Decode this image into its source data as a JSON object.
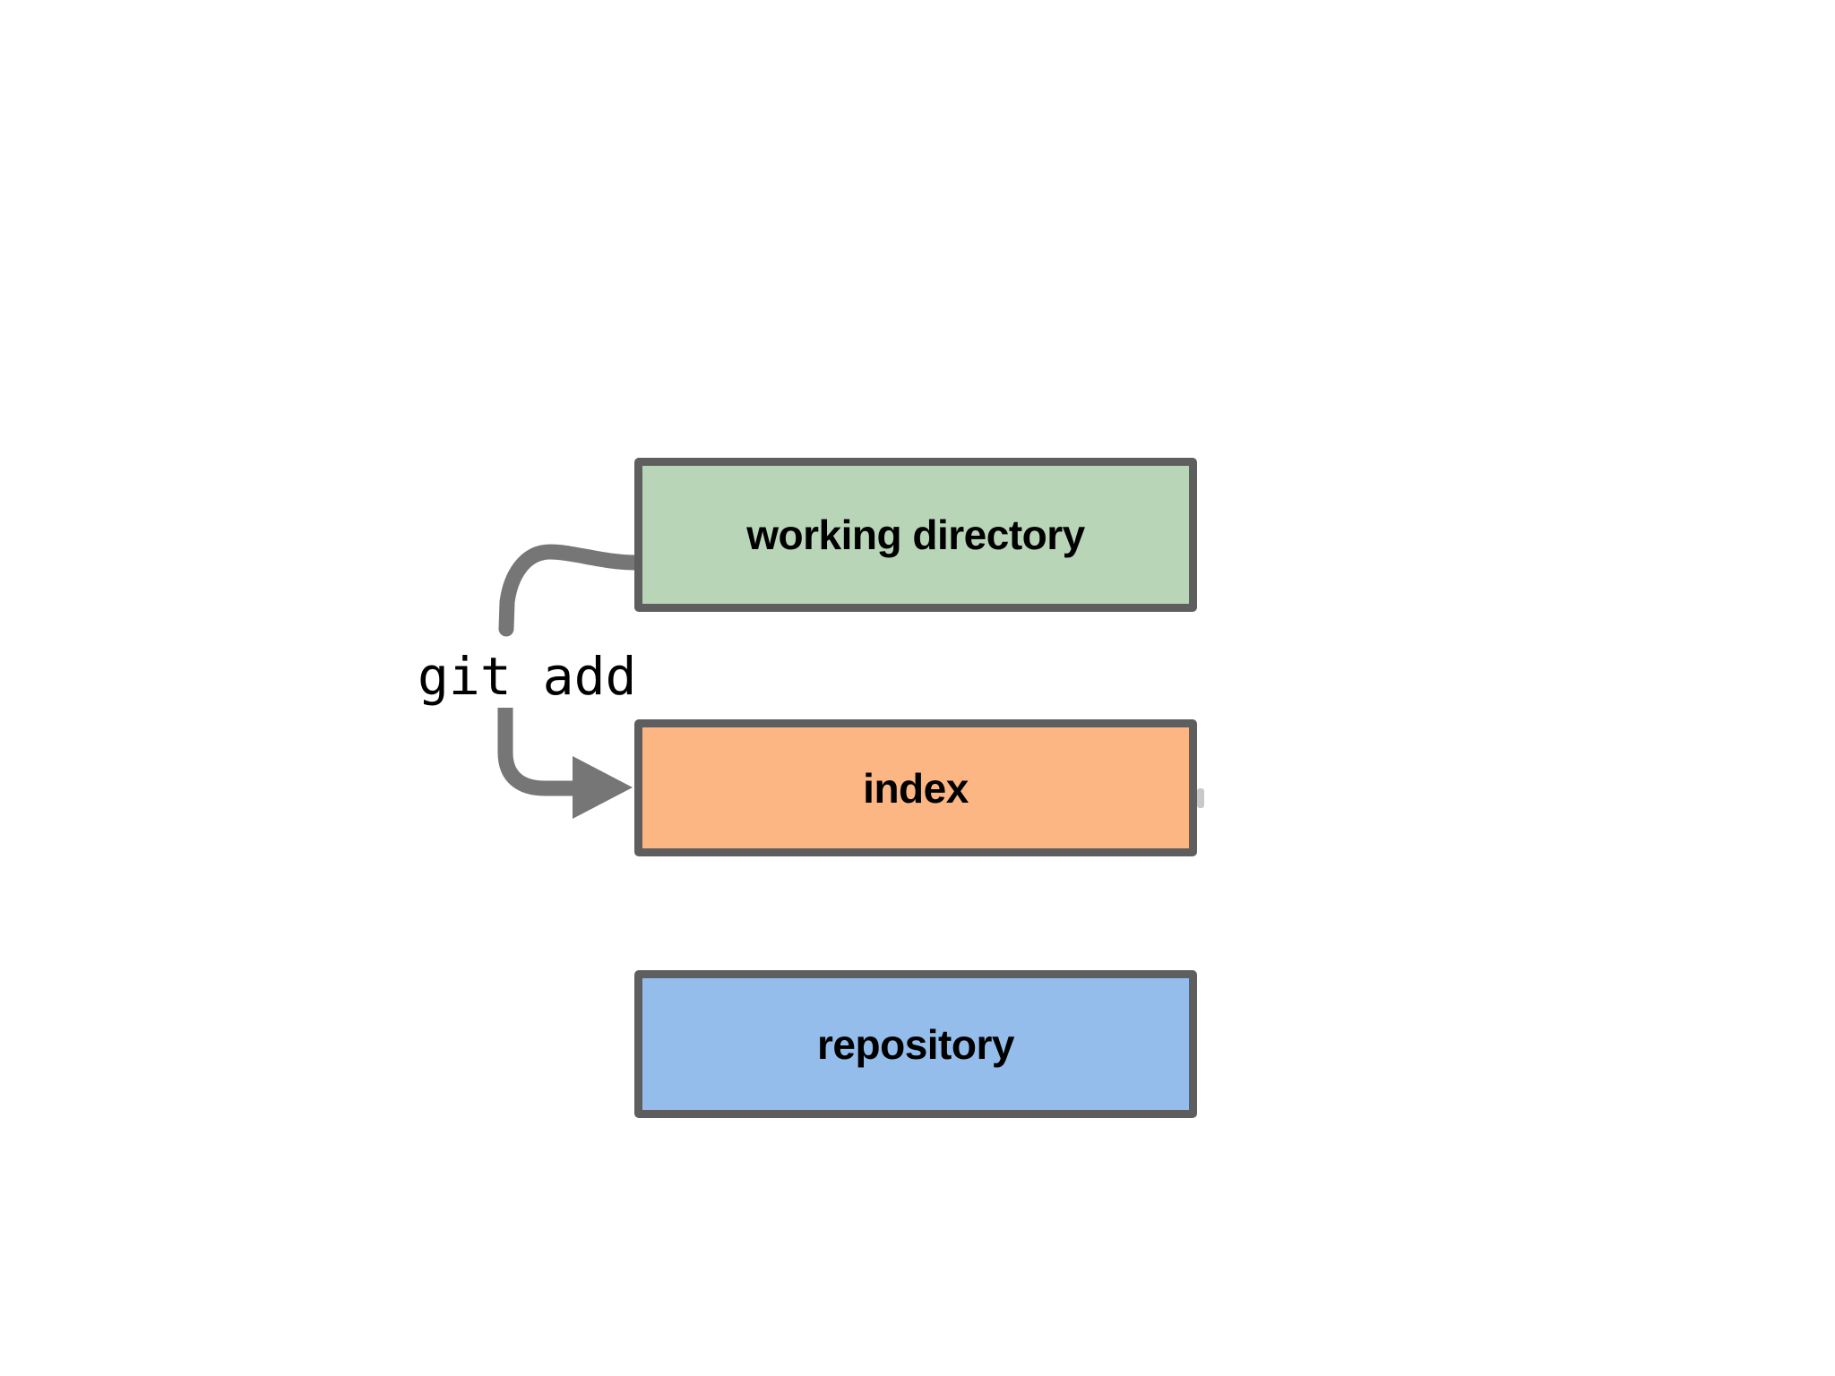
{
  "diagram": {
    "title": "git add",
    "type": "flow-diagram",
    "background_color": "#ffffff",
    "border_color": "#5e5e5e",
    "arrow_color": "#767676",
    "nodes": [
      {
        "id": "working-directory",
        "label": "working directory",
        "fill_color": "#b8d5b8",
        "text_color": "#000000"
      },
      {
        "id": "index",
        "label": "index",
        "fill_color": "#fcb684",
        "text_color": "#000000"
      },
      {
        "id": "repository",
        "label": "repository",
        "fill_color": "#94bdeb",
        "text_color": "#000000"
      }
    ],
    "edges": [
      {
        "id": "edge-git-add",
        "label": "git add",
        "from": "working-directory",
        "to": "index",
        "color": "#767676",
        "arrowhead": "filled-triangle"
      }
    ]
  }
}
